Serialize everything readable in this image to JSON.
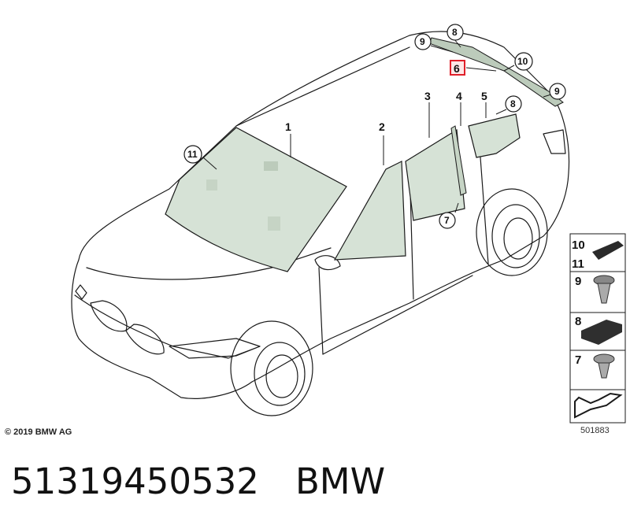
{
  "callouts": {
    "c1": "1",
    "c2": "2",
    "c3": "3",
    "c4": "4",
    "c5": "5",
    "c6": "6",
    "c7": "7",
    "c8a": "8",
    "c8b": "8",
    "c9a": "9",
    "c9b": "9",
    "c10": "10",
    "c11": "11"
  },
  "legend": {
    "r1a": "10",
    "r1b": "11",
    "r2": "9",
    "r3": "8",
    "r4": "7"
  },
  "copyright": "© 2019 BMW AG",
  "diagram_id": "501883",
  "footer": {
    "part_number": "51319450532",
    "brand": "BMW"
  },
  "colors": {
    "glass": "#d6e2d6",
    "glass_dark": "#bccbbb",
    "highlight": "#e0202a",
    "line": "#1a1a1a"
  }
}
